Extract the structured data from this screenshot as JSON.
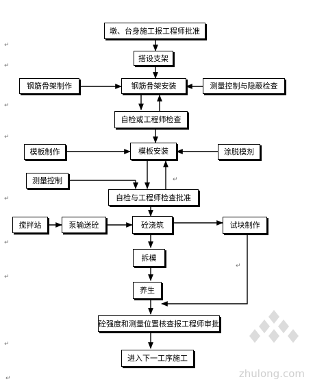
{
  "nodes": {
    "approval_top": "墩、台身施工报工程师批准",
    "erect_support": "搭设支架",
    "rebar_make": "钢筋骨架制作",
    "rebar_install": "钢筋骨架安装",
    "survey_hidden": "测量控制与隐蔽检查",
    "self_check_1": "自检或工程师检查",
    "formwork_make": "模板制作",
    "formwork_install": "模板安装",
    "release_agent": "涂脱模剂",
    "survey": "测量控制",
    "self_check_2": "自检与工程师检查批准",
    "mixing_station": "搅拌站",
    "pump_transport": "泵输送砼",
    "pour": "砼浇筑",
    "specimen": "试块制作",
    "demold": "拆模",
    "curing": "养生",
    "strength_check": "砼强度和测量位置核查报工程师审批",
    "next_step": "进入下一工序施工"
  },
  "watermark": "zhulong.com"
}
